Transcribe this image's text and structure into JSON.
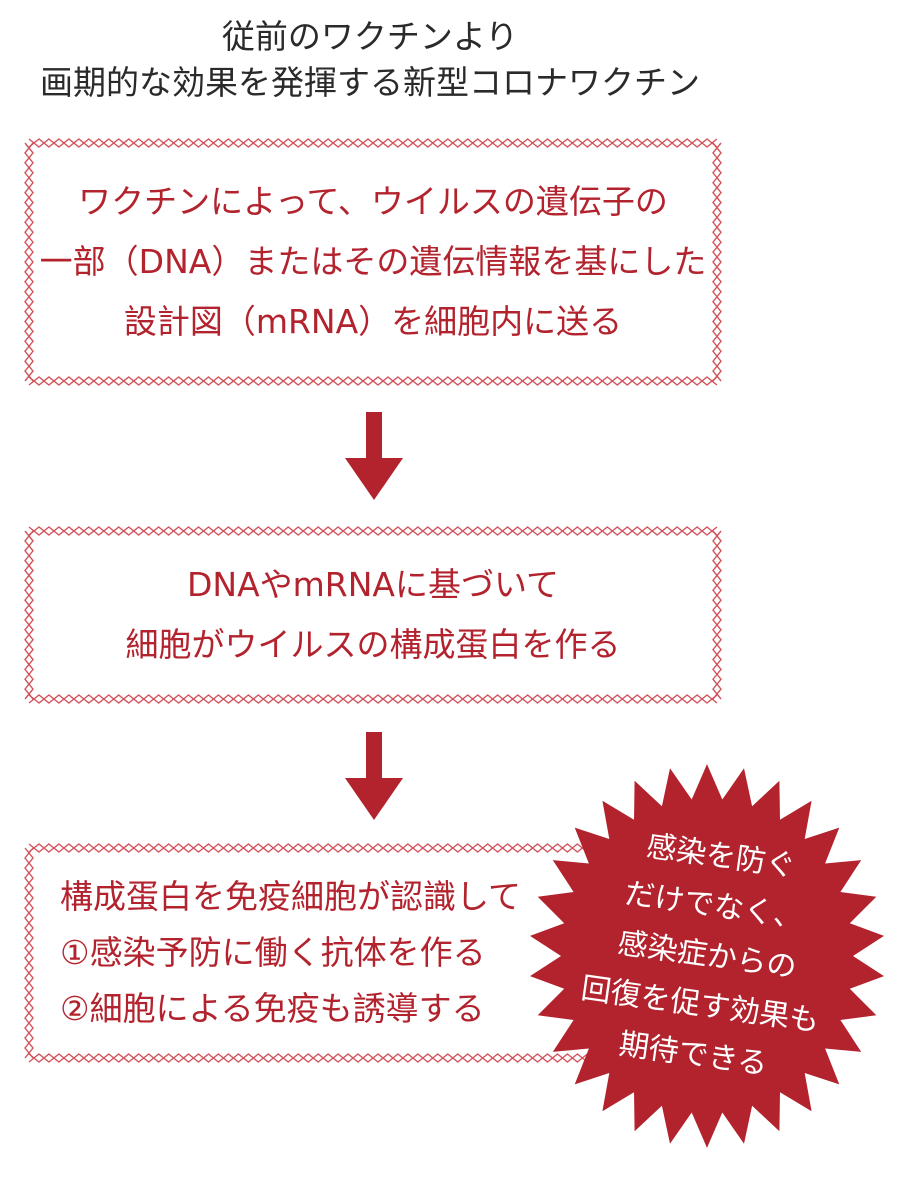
{
  "title": {
    "line1": "従前のワクチンより",
    "line2": "画期的な効果を発揮する新型コロナワクチン"
  },
  "steps": [
    {
      "lines": [
        "ワクチンによって、ウイルスの遺伝子の",
        "一部（DNA）またはその遺伝情報を基にした",
        "設計図（mRNA）を細胞内に送る"
      ]
    },
    {
      "lines": [
        "DNAやmRNAに基づいて",
        "細胞がウイルスの構成蛋白を作る"
      ]
    },
    {
      "lines": [
        "構成蛋白を免疫細胞が認識して",
        "①感染予防に働く抗体を作る",
        "②細胞による免疫も誘導する"
      ]
    }
  ],
  "burst": {
    "lines": [
      "感染を防ぐ",
      "だけでなく、",
      "感染症からの",
      "回復を促す効果も",
      "期待できる"
    ]
  },
  "colors": {
    "accent": "#b3232e",
    "border": "#d2545c",
    "title_text": "#2a2a2a"
  }
}
